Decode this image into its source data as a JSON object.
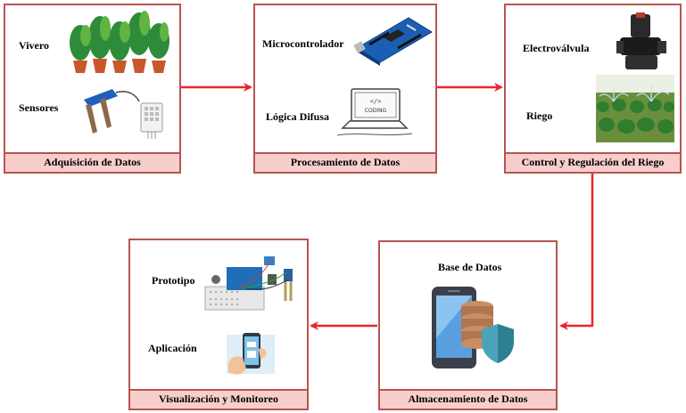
{
  "stages": {
    "adquisicion": {
      "caption": "Adquisición de Datos",
      "items": [
        "Vivero",
        "Sensores"
      ]
    },
    "procesamiento": {
      "caption": "Procesamiento de Datos",
      "items": [
        "Microcontrolador",
        "Lógica Difusa"
      ]
    },
    "control": {
      "caption": "Control y Regulación del Riego",
      "items": [
        "Electroválvula",
        "Riego"
      ]
    },
    "almacenamiento": {
      "caption": "Almacenamiento de Datos",
      "items": [
        "Base de Datos"
      ]
    },
    "visualizacion": {
      "caption": "Visualización y Monitoreo",
      "items": [
        "Prototipo",
        "Aplicación"
      ]
    }
  },
  "icons": {
    "coding_label": "CODING",
    "coding_symbol": "</>"
  },
  "colors": {
    "box_border": "#b85450",
    "caption_fill": "#f8cecc",
    "arrow": "#e8252b"
  }
}
